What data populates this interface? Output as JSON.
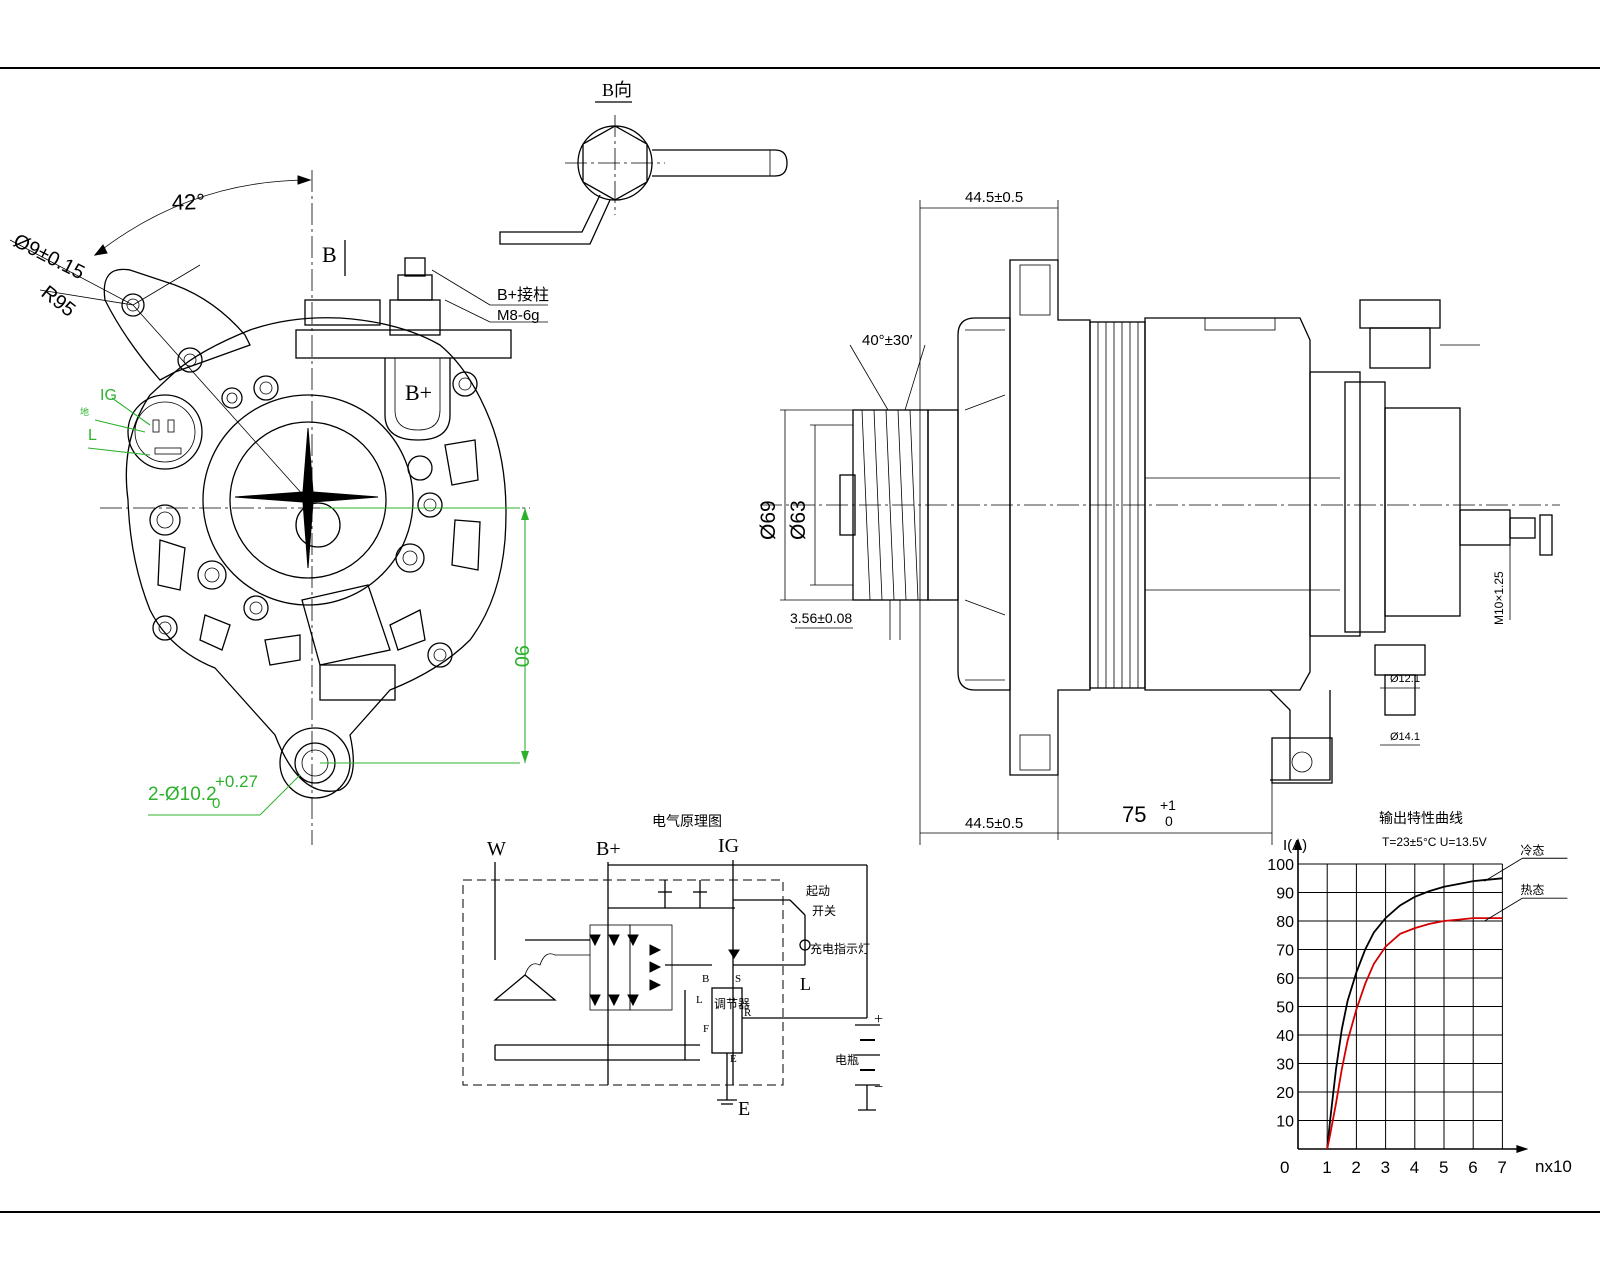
{
  "front_view": {
    "dim_angle": "42°",
    "dim_hole": "Ø9±0.15",
    "dim_radius": "R95",
    "dim_height": "90",
    "dim_mount_prefix": "2-Ø10.2",
    "dim_mount_upper": "+0.27",
    "dim_mount_lower": "0",
    "label_IG": "IG",
    "label_L": "L",
    "label_small": "地",
    "label_B_arrow": "B",
    "label_terminal_Bplus": "B+",
    "label_terminal_bolt": "B+接柱",
    "label_thread": "M8-6g"
  },
  "view_B": {
    "title": "B向"
  },
  "side_view": {
    "dim_top": "44.5±0.5",
    "dim_bottom": "44.5±0.5",
    "dim_angle": "40°±30′",
    "dim_d69": "Ø69",
    "dim_d63": "Ø63",
    "dim_groove": "3.56±0.08",
    "dim_75": "75",
    "dim_75_upper": "+1",
    "dim_75_lower": "0",
    "dim_thread": "M10×1.25",
    "dim_d121": "Ø12.1",
    "dim_d141": "Ø14.1"
  },
  "schematic": {
    "title": "电气原理图",
    "label_W": "W",
    "label_Bplus": "B+",
    "label_IG": "IG",
    "label_start_switch_1": "起动",
    "label_start_switch_2": "开关",
    "label_lamp": "充电指示灯",
    "label_L": "L",
    "label_regulator": "调节器",
    "label_B": "B",
    "label_S": "S",
    "label_Lsmall": "L",
    "label_R": "R",
    "label_F": "F",
    "label_E": "E",
    "label_battery": "电瓶",
    "label_plus": "+",
    "label_minus": "−",
    "label_ground": "E"
  },
  "chart_data": {
    "type": "line",
    "title": "输出特性曲线",
    "subtitle": "T=23±5°C  U=13.5V",
    "ylabel": "I(A)",
    "xlabel": "nx10",
    "x_ticks": [
      "0",
      "1",
      "2",
      "3",
      "4",
      "5",
      "6",
      "7"
    ],
    "y_ticks": [
      "10",
      "20",
      "30",
      "40",
      "50",
      "60",
      "70",
      "80",
      "90",
      "100"
    ],
    "xlim": [
      0,
      7
    ],
    "ylim": [
      0,
      100
    ],
    "grid": true,
    "series": [
      {
        "name": "冷态",
        "color": "#000000",
        "x": [
          1.0,
          1.1,
          1.3,
          1.5,
          1.7,
          2.0,
          2.3,
          2.6,
          3.0,
          3.5,
          4.0,
          4.5,
          5.0,
          5.5,
          6.0,
          6.5,
          7.0
        ],
        "y": [
          0,
          10,
          28,
          42,
          52,
          62,
          70,
          76,
          81,
          85.5,
          88.5,
          90.5,
          92,
          93,
          94,
          94.5,
          95
        ]
      },
      {
        "name": "热态",
        "color": "#d40000",
        "x": [
          1.0,
          1.1,
          1.3,
          1.5,
          1.7,
          2.0,
          2.3,
          2.6,
          3.0,
          3.5,
          4.0,
          4.5,
          5.0,
          5.5,
          6.0,
          6.5,
          7.0
        ],
        "y": [
          0,
          5,
          16,
          28,
          38,
          49,
          58,
          65,
          71,
          75.5,
          77.5,
          79,
          80,
          80.5,
          81,
          81,
          81
        ]
      }
    ]
  }
}
